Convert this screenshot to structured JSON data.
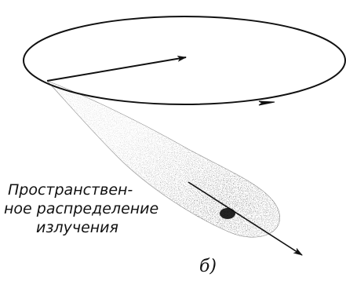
{
  "figure": {
    "caption_lines": [
      "Пространствен-",
      "ное распределение",
      "излучения"
    ],
    "sublabel": "б)"
  }
}
